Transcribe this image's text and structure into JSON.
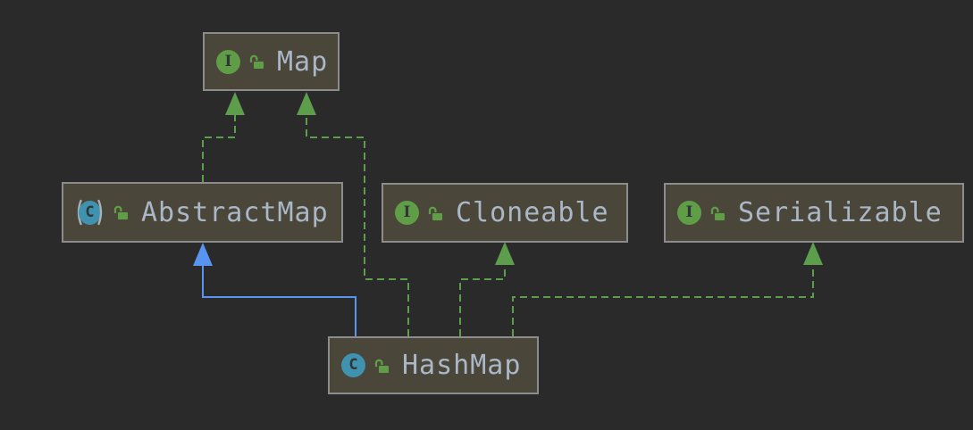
{
  "diagram": {
    "tool": "uml-class-diagram",
    "icon_letters": {
      "interface": "I",
      "class": "C"
    },
    "nodes": [
      {
        "id": "map",
        "label": "Map",
        "kind": "interface",
        "icon": "interface-icon",
        "visibility": "public"
      },
      {
        "id": "abstractmap",
        "label": "AbstractMap",
        "kind": "abstract-class",
        "icon": "abstract-class-icon",
        "visibility": "public"
      },
      {
        "id": "cloneable",
        "label": "Cloneable",
        "kind": "interface",
        "icon": "interface-icon",
        "visibility": "public"
      },
      {
        "id": "serializable",
        "label": "Serializable",
        "kind": "interface",
        "icon": "interface-icon",
        "visibility": "public"
      },
      {
        "id": "hashmap",
        "label": "HashMap",
        "kind": "class",
        "icon": "class-icon",
        "visibility": "public"
      }
    ],
    "edges": [
      {
        "from": "AbstractMap",
        "to": "Map",
        "relation": "implements",
        "style": "dashed-green-arrow"
      },
      {
        "from": "HashMap",
        "to": "Map",
        "relation": "implements",
        "style": "dashed-green-arrow"
      },
      {
        "from": "HashMap",
        "to": "AbstractMap",
        "relation": "extends",
        "style": "solid-blue-arrow"
      },
      {
        "from": "HashMap",
        "to": "Cloneable",
        "relation": "implements",
        "style": "dashed-green-arrow"
      },
      {
        "from": "HashMap",
        "to": "Serializable",
        "relation": "implements",
        "style": "dashed-green-arrow"
      }
    ]
  },
  "colors": {
    "canvas": "#2a2a2b",
    "node": "#4a4639",
    "border": "#8c8c8c",
    "label": "#a9b7c6",
    "green": "#5c9e4c",
    "blue": "#5895f0",
    "icongreen": "#5f9e46",
    "iconteal": "#3f93af",
    "iconletter": "#313539",
    "paren": "#a7b1b8"
  }
}
